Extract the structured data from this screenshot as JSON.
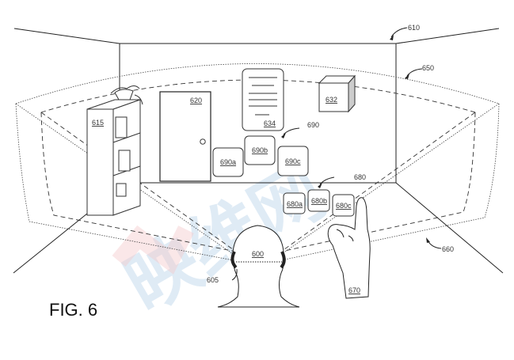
{
  "figure": {
    "title": "FIG. 6",
    "watermark_text": "映维网",
    "labels": {
      "room": "610",
      "bookshelf": "615",
      "door": "620",
      "cube": "632",
      "document": "634",
      "user": "600",
      "eye": "605",
      "fov_outer": "650",
      "fov_inner": "660",
      "hand": "670",
      "group_680": "680",
      "group_690": "690",
      "item_680a": "680a",
      "item_680b": "680b",
      "item_680c": "680c",
      "item_690a": "690a",
      "item_690b": "690b",
      "item_690c": "690c"
    }
  }
}
